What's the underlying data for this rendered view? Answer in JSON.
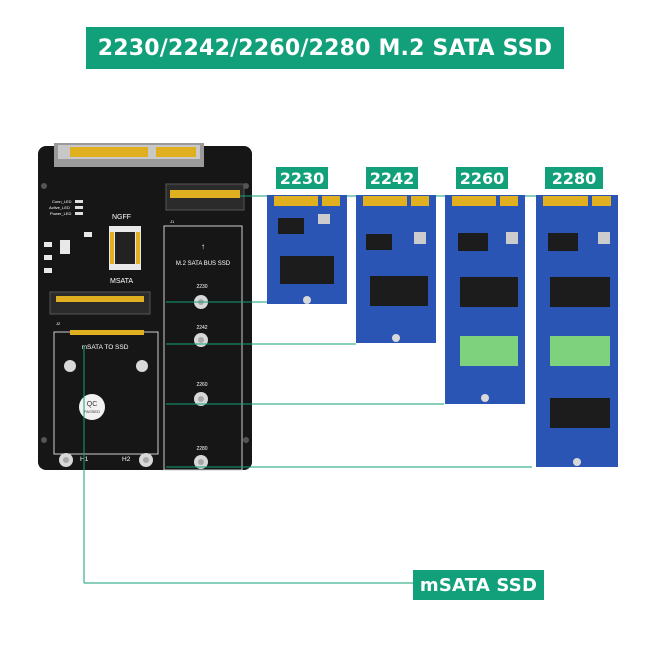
{
  "title": "2230/2242/2260/2280  M.2  SATA SSD",
  "msata_label": "mSATA SSD",
  "sizes": [
    "2230",
    "2242",
    "2260",
    "2280"
  ],
  "board": {
    "ngff": "NGFF",
    "msata": "MSATA",
    "m2_bus": "M.2  SATA  BUS  SSD",
    "msata_to_ssd": "mSATA   TO   SSD",
    "hole_2230": "2230",
    "hole_2242": "2242",
    "hole_2260": "2260",
    "hole_2280": "2280",
    "h1": "H1",
    "h2": "H2",
    "led_conn": "Conn_LED",
    "led_active": "Active_LED",
    "led_power": "Power_LED",
    "qc_top": "QC",
    "qc_bottom": "PASSED",
    "j1": "J1",
    "j2": "J2"
  },
  "colors": {
    "accent": "#12a07a",
    "pcb": "#161616",
    "ssd_blue": "#2a55b5",
    "gold": "#e0b020",
    "chip": "#1c1c1c",
    "green_chip": "#7ed27e"
  }
}
